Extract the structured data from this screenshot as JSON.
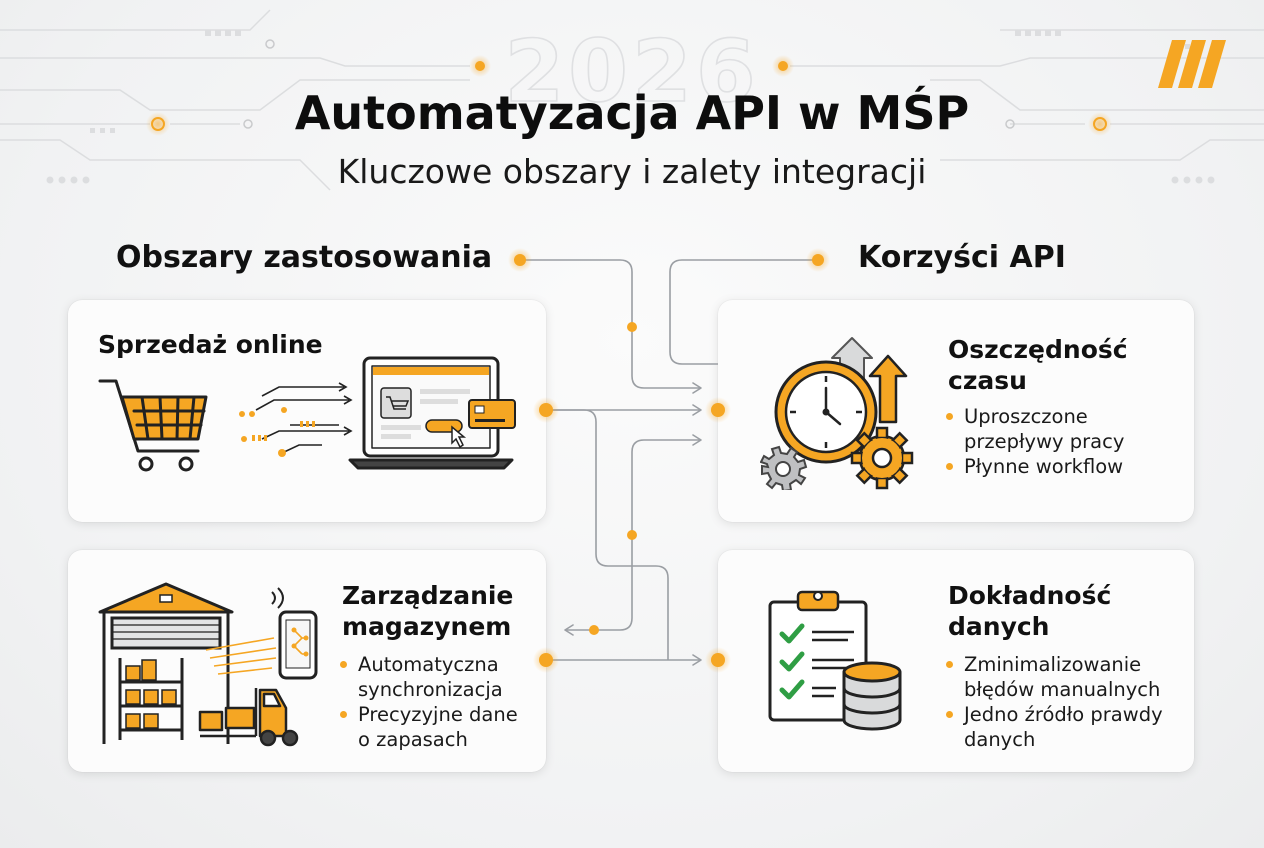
{
  "header": {
    "watermark_year": "2026",
    "title": "Automatyzacja API w MŚP",
    "subtitle": "Kluczowe obszary i zalety integracji"
  },
  "left_section": {
    "heading": "Obszary zastosowania",
    "cards": [
      {
        "title_lines": [
          "Sprzedaż online"
        ],
        "bullets": [],
        "icon": "shopping-cart-to-laptop-icon"
      },
      {
        "title_lines": [
          "Zarządzanie",
          "magazynem"
        ],
        "bullets": [
          [
            "Automatyczna",
            "synchronizacja"
          ],
          [
            "Precyzyjne dane",
            "o zapasach"
          ]
        ],
        "icon": "warehouse-forklift-phone-icon"
      }
    ]
  },
  "right_section": {
    "heading": "Korzyści API",
    "cards": [
      {
        "title_lines": [
          "Oszczędność",
          "czasu"
        ],
        "bullets": [
          [
            "Uproszczone",
            "przepływy pracy"
          ],
          [
            "Płynne workflow"
          ]
        ],
        "icon": "clock-gears-arrows-icon"
      },
      {
        "title_lines": [
          "Dokładność",
          "danych"
        ],
        "bullets": [
          [
            "Zminimalizowanie",
            "błędów manualnych"
          ],
          [
            "Jedno źródło prawdy",
            "danych"
          ]
        ],
        "icon": "checklist-database-icon"
      }
    ]
  },
  "colors": {
    "accent": "#F5A623",
    "accent_dark": "#E8920E",
    "text": "#111111",
    "connector": "#9A9EA3",
    "card_bg": "#FCFCFC",
    "background": "#F1F2F3"
  },
  "brand_icon": "yellow-slashes-logo-icon"
}
